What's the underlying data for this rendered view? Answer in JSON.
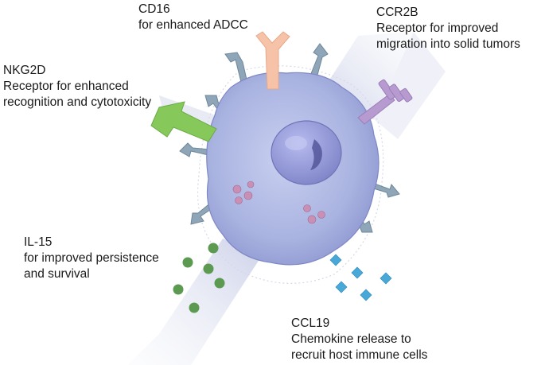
{
  "colors": {
    "cell_body": "#a9b3e0",
    "cell_edge": "#7f88c4",
    "nucleus": "#8a8fcf",
    "receptor": "#8ea6b8",
    "cd16": "#f6c2a8",
    "ccr2b": "#b79ad0",
    "nkg2d": "#86c95a",
    "il15": "#5c9a52",
    "ccl19": "#48a8d8",
    "vesicle": "#c98fb5",
    "beam": "#d8dcec"
  },
  "labels": {
    "cd16": {
      "name": "CD16",
      "desc": [
        "for enhanced ADCC"
      ]
    },
    "ccr2b": {
      "name": "CCR2B",
      "desc": [
        "Receptor for improved",
        "migration into solid tumors"
      ]
    },
    "nkg2d": {
      "name": "NKG2D",
      "desc": [
        "Receptor for enhanced",
        "recognition and cytotoxicity"
      ]
    },
    "il15": {
      "name": "IL-15",
      "desc": [
        "for improved persistence",
        "and survival"
      ]
    },
    "ccl19": {
      "name": "CCL19",
      "desc": [
        "Chemokine release to",
        "recruit host immune cells"
      ]
    }
  }
}
